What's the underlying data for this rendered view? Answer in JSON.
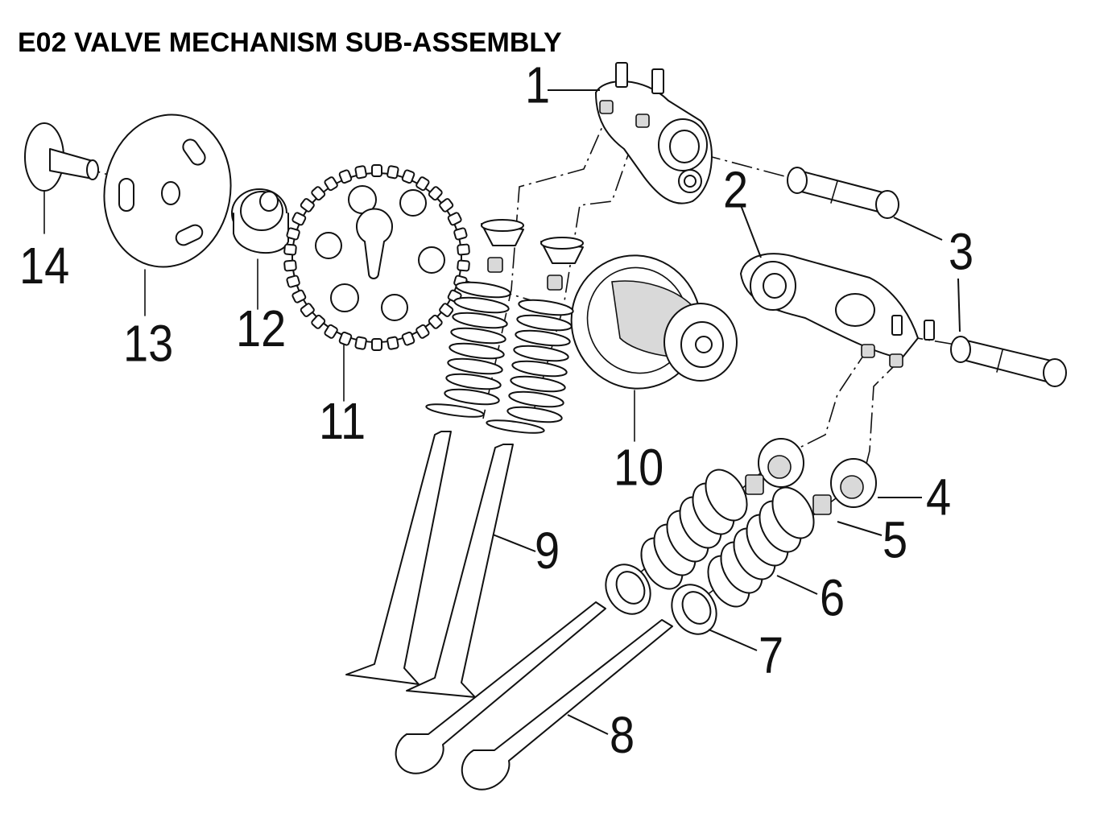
{
  "title": "E02 VALVE MECHANISM SUB-ASSEMBLY",
  "callouts": {
    "c1": "1",
    "c2": "2",
    "c3": "3",
    "c4": "4",
    "c5": "5",
    "c6": "6",
    "c7": "7",
    "c8": "8",
    "c9": "9",
    "c10": "10",
    "c11": "11",
    "c12": "12",
    "c13": "13",
    "c14": "14"
  }
}
